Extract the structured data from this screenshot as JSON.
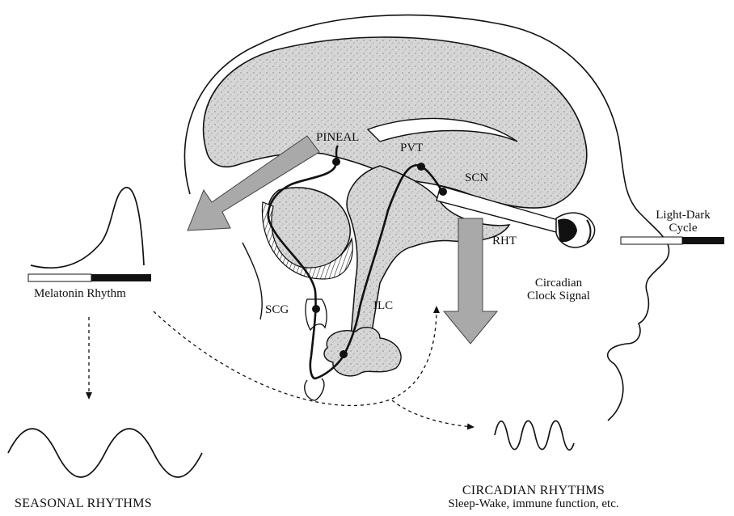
{
  "labels": {
    "pineal": "PINEAL",
    "pvt": "PVT",
    "scn": "SCN",
    "rht": "RHT",
    "scg": "SCG",
    "ilc": "ILC",
    "light_dark_1": "Light-Dark",
    "light_dark_2": "Cycle",
    "circadian_signal_1": "Circadian",
    "circadian_signal_2": "Clock Signal",
    "melatonin_rhythm": "Melatonin Rhythm",
    "seasonal_rhythms": "SEASONAL RHYTHMS",
    "circadian_rhythms": "CIRCADIAN RHYTHMS",
    "circadian_rhythms_sub": "Sleep-Wake, immune function, etc."
  },
  "colors": {
    "ink": "#111111",
    "brain_fill": "#d9d9d9",
    "arrow_fill": "#a9a9a9",
    "dark_bar": "#111111",
    "light_bar": "#ffffff"
  }
}
